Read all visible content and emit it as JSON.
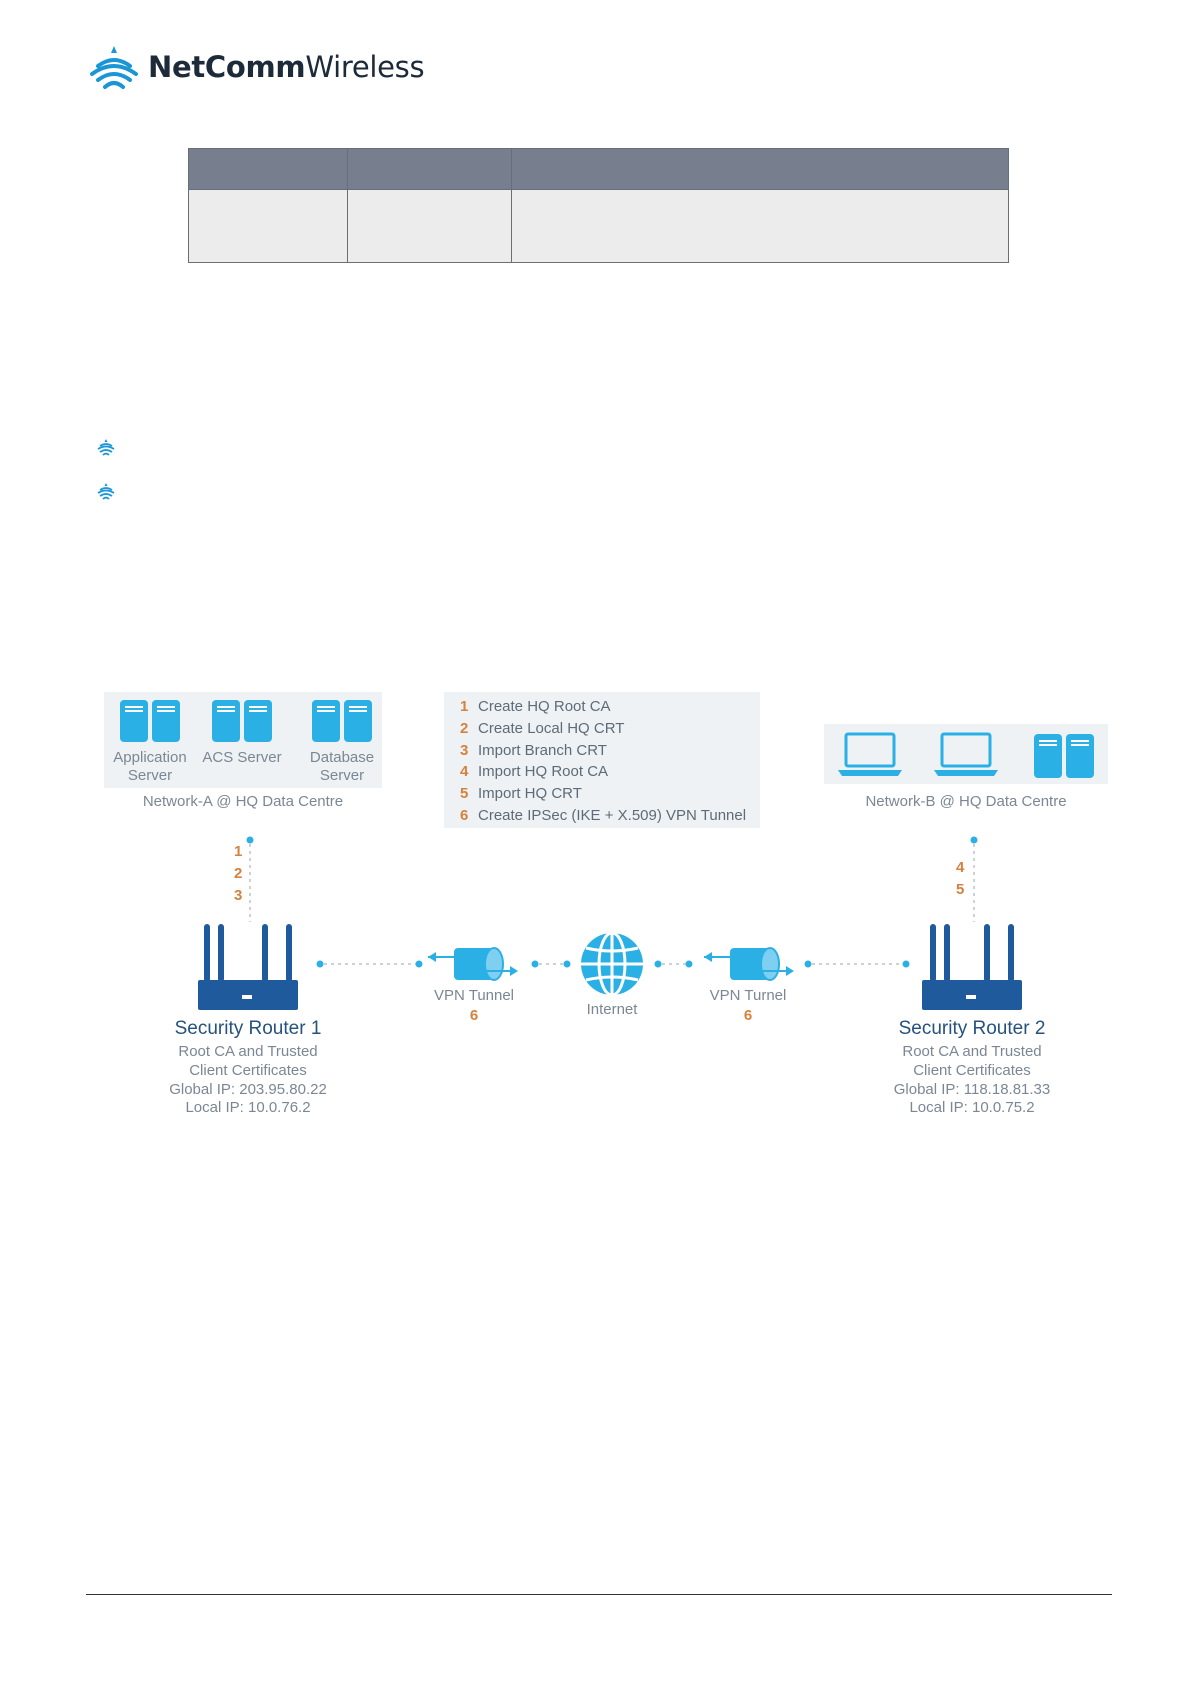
{
  "header": {
    "logo_text_bold": "NetComm",
    "logo_text_light": "Wireless"
  },
  "diagram": {
    "network_a": {
      "servers": [
        {
          "line1": "Application",
          "line2": "Server"
        },
        {
          "line1": "ACS Server",
          "line2": ""
        },
        {
          "line1": "Database",
          "line2": "Server"
        }
      ],
      "label": "Network-A @ HQ Data Centre",
      "step_numbers": [
        "1",
        "2",
        "3"
      ]
    },
    "network_b": {
      "label": "Network-B @ HQ Data Centre",
      "step_numbers": [
        "4",
        "5"
      ]
    },
    "steps": [
      {
        "num": "1",
        "text": "Create HQ Root CA"
      },
      {
        "num": "2",
        "text": "Create Local HQ CRT"
      },
      {
        "num": "3",
        "text": "Import Branch CRT"
      },
      {
        "num": "4",
        "text": "Import HQ Root CA"
      },
      {
        "num": "5",
        "text": "Import HQ CRT"
      },
      {
        "num": "6",
        "text": "Create IPSec (IKE + X.509) VPN Tunnel"
      }
    ],
    "router1": {
      "title": "Security Router 1",
      "lines": [
        "Root CA and Trusted",
        "Client Certificates",
        "Global IP: 203.95.80.22",
        "Local IP: 10.0.76.2"
      ]
    },
    "router2": {
      "title": "Security Router 2",
      "lines": [
        "Root CA and Trusted",
        "Client Certificates",
        "Global IP: 118.18.81.33",
        "Local IP: 10.0.75.2"
      ]
    },
    "tunnel_left": {
      "label": "VPN Tunnel",
      "num": "6"
    },
    "tunnel_right": {
      "label": "VPN Turnel",
      "num": "6"
    },
    "internet": {
      "label": "Internet"
    }
  }
}
